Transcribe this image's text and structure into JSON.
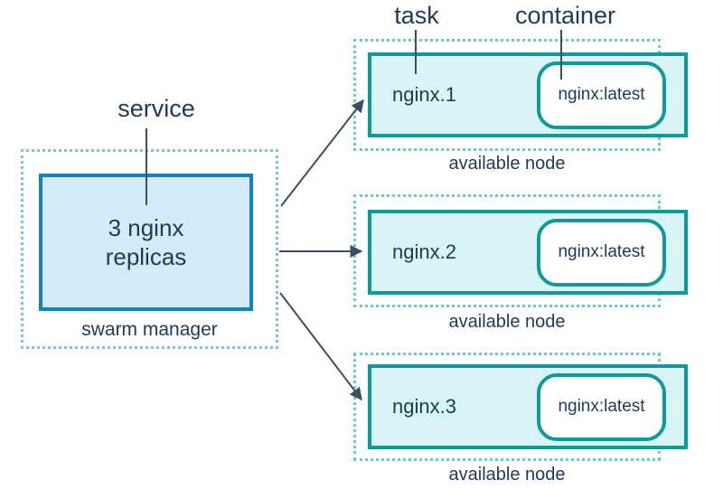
{
  "diagram": {
    "labels": {
      "service": "service",
      "task": "task",
      "container": "container"
    },
    "manager": {
      "box_label": "3 nginx replicas",
      "caption": "swarm manager"
    },
    "nodes": [
      {
        "task": "nginx.1",
        "container": "nginx:latest",
        "caption": "available node"
      },
      {
        "task": "nginx.2",
        "container": "nginx:latest",
        "caption": "available node"
      },
      {
        "task": "nginx.3",
        "container": "nginx:latest",
        "caption": "available node"
      }
    ],
    "colors": {
      "text": "#1f3b54",
      "blue_border": "#1581c5",
      "blue_fill": "#d2eafa",
      "blue_dotted": "#7fc0e3",
      "teal_border": "#0d9a9a",
      "teal_fill": "#d8f4f4",
      "teal_dotted": "#6bc9c9",
      "arrow": "#3b4f63"
    }
  }
}
